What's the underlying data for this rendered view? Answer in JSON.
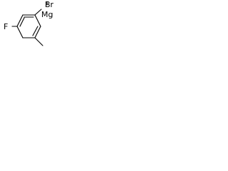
{
  "molecule": {
    "atoms": {
      "fluorine": "F",
      "magnesium": "Mg",
      "bromine": "Br"
    }
  },
  "colors": {
    "bond": "#000000",
    "label": "#000000",
    "background": "#ffffff"
  }
}
